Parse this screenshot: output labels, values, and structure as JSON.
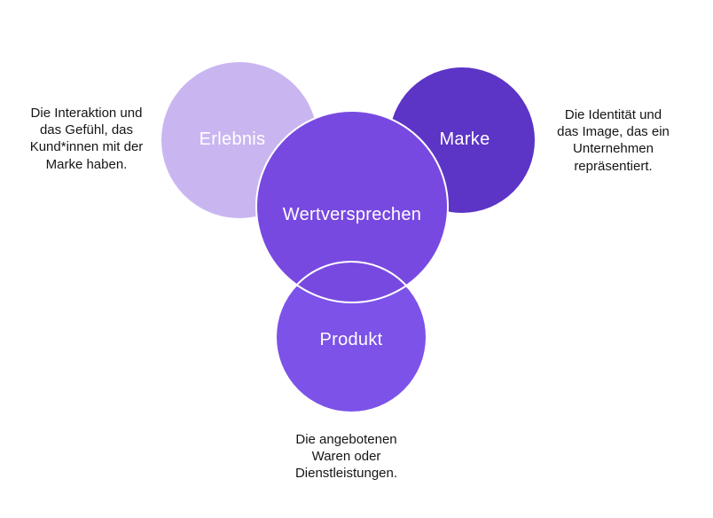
{
  "diagram": {
    "stroke_color": "#ffffff",
    "label_color": "#ffffff",
    "circles": {
      "erlebnis": {
        "label": "Erlebnis",
        "color": "#c9b6f1"
      },
      "marke": {
        "label": "Marke",
        "color": "#5c34c6"
      },
      "wertversprechen": {
        "label": "Wertversprechen",
        "color": "#7849e0"
      },
      "produkt": {
        "label": "Produkt",
        "color": "#7c52e8"
      }
    },
    "annotations": {
      "erlebnis_note": {
        "lines": [
          "Die Interaktion und",
          "das Gefühl, das",
          "Kund*innen mit der",
          "Marke haben."
        ]
      },
      "marke_note": {
        "lines": [
          "Die Identität und",
          "das Image, das ein",
          "Unternehmen",
          "repräsentiert."
        ]
      },
      "produkt_note": {
        "lines": [
          "Die angebotenen",
          "Waren oder",
          "Dienstleistungen."
        ]
      }
    }
  }
}
